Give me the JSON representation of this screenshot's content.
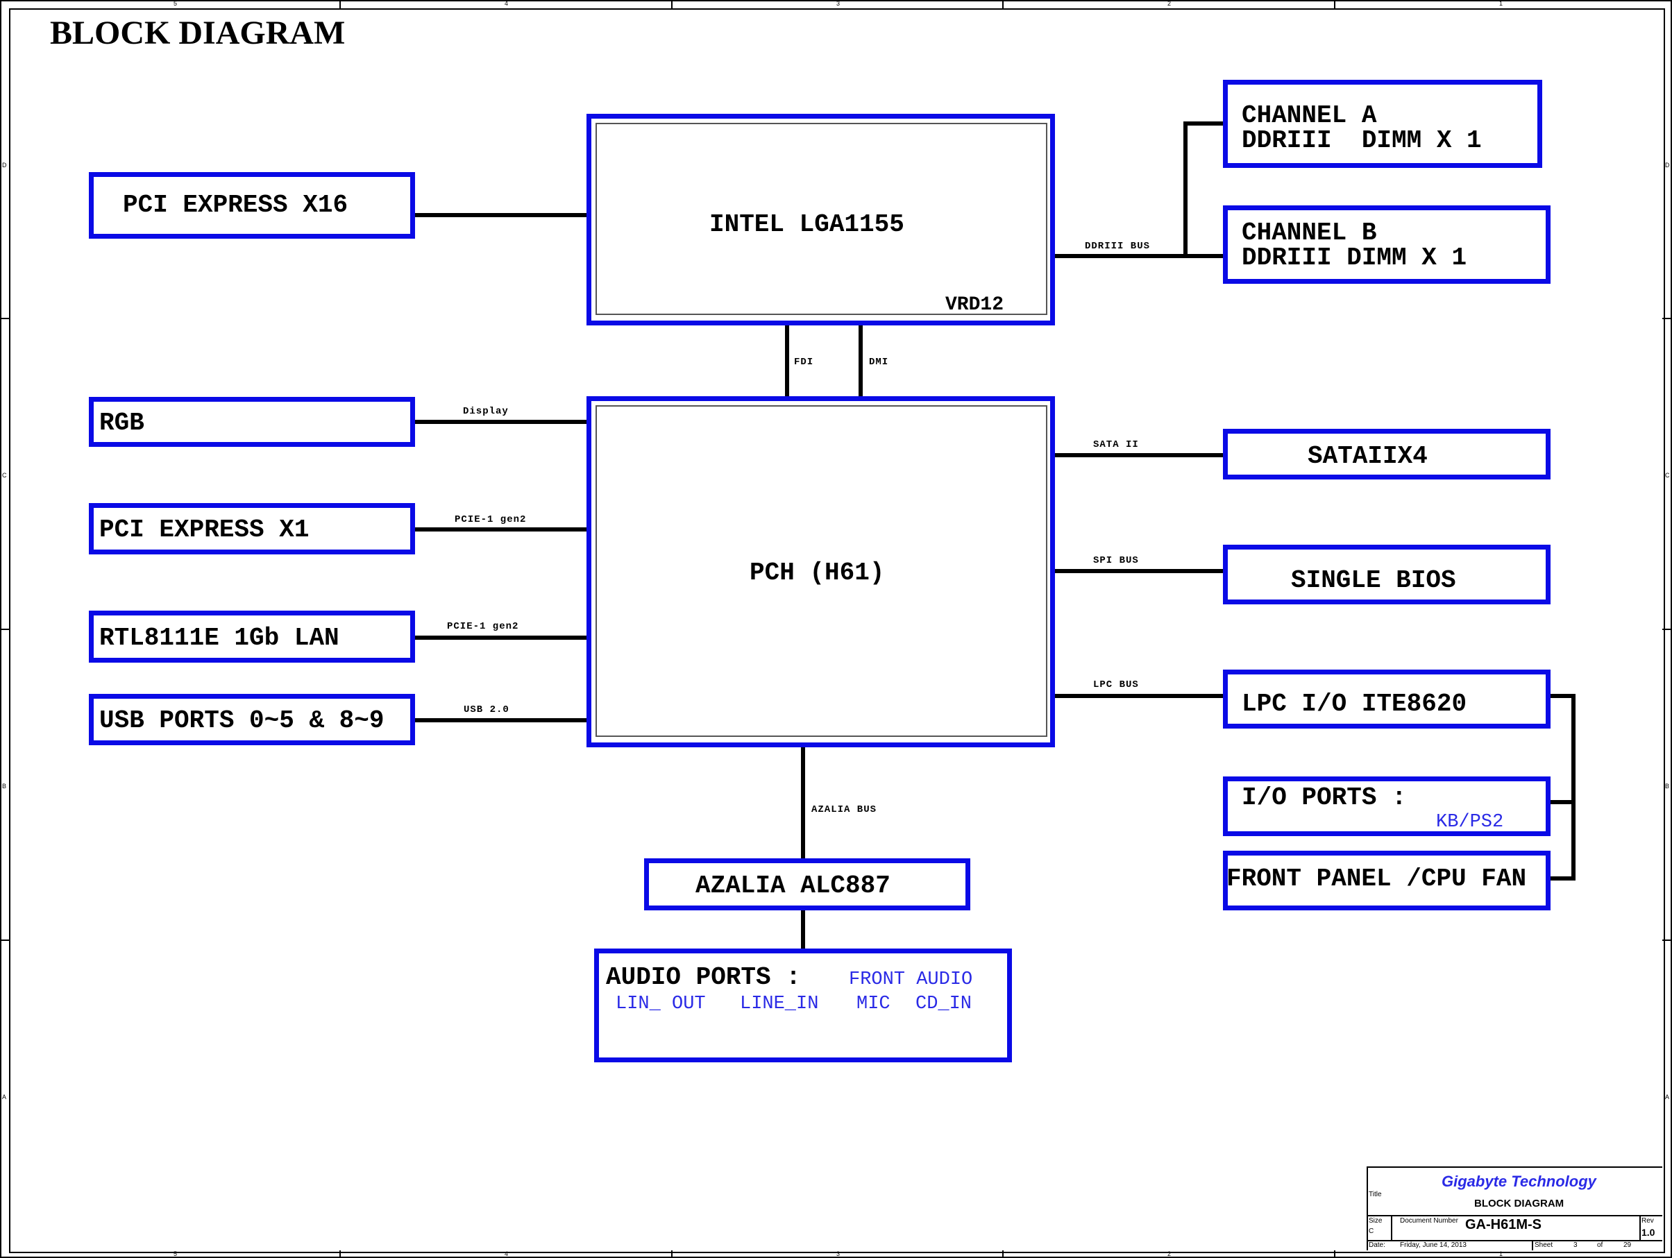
{
  "page": {
    "title": "BLOCK DIAGRAM"
  },
  "blocks": {
    "pcie16": "PCI EXPRESS X16",
    "cpu": "INTEL LGA1155",
    "vrd": "VRD12",
    "chA_1": "CHANNEL A",
    "chA_2": "DDRIII  DIMM X 1",
    "chB_1": "CHANNEL B",
    "chB_2": "DDRIII DIMM X 1",
    "rgb": "RGB",
    "pcie1": "PCI EXPRESS X1",
    "lan": "RTL8111E 1Gb LAN",
    "usb": "USB PORTS 0~5 & 8~9",
    "pch": "PCH (H61)",
    "sata": "SATAIIX4",
    "bios": "SINGLE BIOS",
    "lpc": "LPC I/O ITE8620",
    "ioports": "I/O PORTS :",
    "ioports_sub": "KB/PS2",
    "front": "FRONT PANEL /CPU FAN",
    "azalia": "AZALIA ALC887",
    "audio": "AUDIO PORTS :",
    "audio_front": "FRONT AUDIO",
    "audio_lin": "LIN_ OUT",
    "audio_linein": "LINE_IN",
    "audio_mic": "MIC",
    "audio_cd": "CD_IN"
  },
  "buses": {
    "ddr": "DDRIII BUS",
    "fdi": "FDI",
    "dmi": "DMI",
    "display": "Display",
    "pcie_a": "PCIE-1 gen2",
    "pcie_b": "PCIE-1 gen2",
    "usb": "USB 2.0",
    "sata": "SATA II",
    "spi": "SPI BUS",
    "lpc": "LPC BUS",
    "azalia": "AZALIA BUS"
  },
  "border": {
    "cols": [
      "5",
      "4",
      "3",
      "2",
      "1"
    ],
    "rows": [
      "D",
      "C",
      "B",
      "A"
    ]
  },
  "title_block": {
    "company": "Gigabyte Technology",
    "title_label": "Title",
    "title": "BLOCK DIAGRAM",
    "size_label": "Size",
    "size": "C",
    "docnum_label": "Document Number",
    "docnum": "GA-H61M-S",
    "rev_label": "Rev",
    "rev": "1.0",
    "date_label": "Date:",
    "date": "Friday, June 14, 2013",
    "sheet_label": "Sheet",
    "sheet": "3",
    "of_label": "of",
    "total": "29"
  },
  "colors": {
    "block_border": "#0a0ae6",
    "blue_text": "#2a2ae6",
    "title_company": "#2a2ae6"
  }
}
